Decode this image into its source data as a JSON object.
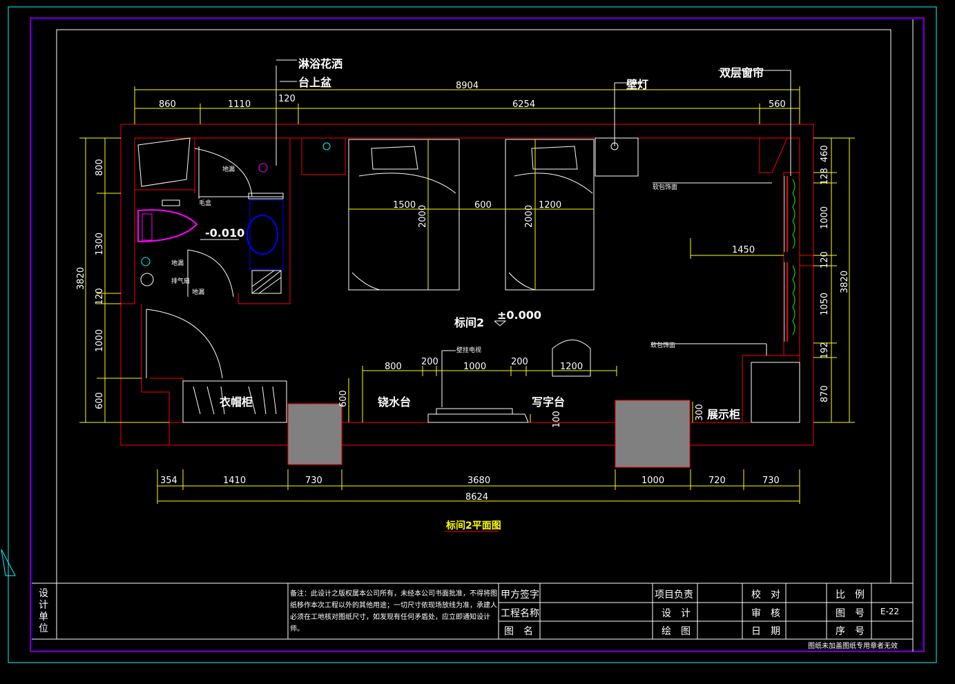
{
  "colors": {
    "wall": "#ff0000",
    "dim": "#ffff00",
    "frame": "#00ffff",
    "white": "#ffffff",
    "column": "#808080",
    "magenta": "#ff00ff",
    "green": "#00ff00"
  },
  "callouts": {
    "shower": "淋浴花洒",
    "basin_top": "台上盆",
    "wall_lamp": "壁灯",
    "double_curtain": "双层窗帘"
  },
  "dims_top": {
    "total": "8904",
    "d1": "860",
    "d2": "1110",
    "d3": "120",
    "d4": "6254",
    "d5": "560"
  },
  "dims_bottom": {
    "total": "8624",
    "d1": "354",
    "d2": "1410",
    "d3": "730",
    "d4": "3680",
    "d5": "1000",
    "d6": "720",
    "d7": "730"
  },
  "dims_left": {
    "total": "3820",
    "d1": "800",
    "d2": "1300",
    "d3": "120",
    "d4": "1000",
    "d5": "600"
  },
  "dims_right": {
    "total": "3820",
    "d1": "460",
    "d2": "128",
    "d3": "1000",
    "d4": "120",
    "d5": "1050",
    "d6": "192",
    "d7": "870"
  },
  "beds": {
    "bed1_width": "1500",
    "bed1_length": "2000",
    "gap": "600",
    "bed2_width": "1200",
    "bed2_length": "2000"
  },
  "desk_dims": {
    "d1": "800",
    "d2": "200",
    "d3": "1000",
    "d4": "200",
    "d5": "1200",
    "h1": "600",
    "h2": "100",
    "h3": "300"
  },
  "room": {
    "name": "标间2",
    "level": "±0.000",
    "bath_level": "-0.010",
    "dim_1450": "1450"
  },
  "labels": {
    "wardrobe": "衣帽柜",
    "counter": "铙水台",
    "desk": "写字台",
    "display": "展示柜",
    "tv": "壁挂电视",
    "soft_pack_1": "软包饰面",
    "soft_pack_2": "软包饰面",
    "floor_drain_1": "地漏",
    "floor_drain_2": "地漏",
    "floor_drain_3": "地漏",
    "towel": "毛盒",
    "exhaust": "排气扇"
  },
  "drawing_title": "标间2平面图",
  "title_block": {
    "design_unit": "设计单位",
    "note": "备注：此设计之版权属本公司所有，未经本公司书面批准，不得将图纸移作本次工程以外的其他用途；一切尺寸依现场放线为准，承建人必须在工地核对图纸尺寸，如发现有任何矛盾处，应立即通知设计师。",
    "client_sign": "甲方签字",
    "project_name": "工程名称",
    "drawing_name": "图　名",
    "project_lead": "项目负责",
    "design": "设　计",
    "drafting": "绘　图",
    "check": "校　对",
    "review": "审　核",
    "date": "日　期",
    "scale": "比　例",
    "drawing_no": "图　号",
    "serial": "序　号",
    "drawing_no_value": "E-22",
    "stamp_note": "图纸未加盖图纸专用章者无效"
  }
}
